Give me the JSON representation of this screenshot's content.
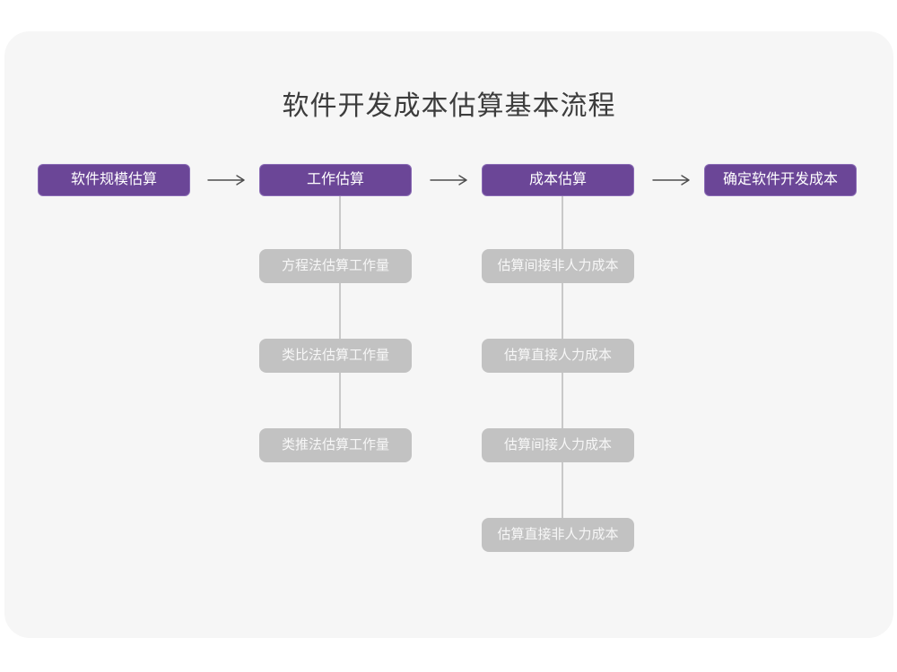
{
  "title": "软件开发成本估算基本流程",
  "colors": {
    "page_bg": "#ffffff",
    "card_bg": "#f6f6f6",
    "primary_purple": "#6b4697",
    "purple_border": "#8a6cb5",
    "gray_node_bg": "#c2c2c2",
    "gray_node_text": "#f7f7f7",
    "connector_line": "#c9c9c9",
    "arrow": "#4d4d4d",
    "title_text": "#3c3c3c"
  },
  "flow": {
    "main_nodes": [
      {
        "label": "软件规模估算"
      },
      {
        "label": "工作估算"
      },
      {
        "label": "成本估算"
      },
      {
        "label": "确定软件开发成本"
      }
    ],
    "work_children": [
      {
        "label": "方程法估算工作量"
      },
      {
        "label": "类比法估算工作量"
      },
      {
        "label": "类推法估算工作量"
      }
    ],
    "cost_children": [
      {
        "label": "估算间接非人力成本"
      },
      {
        "label": "估算直接人力成本"
      },
      {
        "label": "估算间接人力成本"
      },
      {
        "label": "估算直接非人力成本"
      }
    ]
  }
}
